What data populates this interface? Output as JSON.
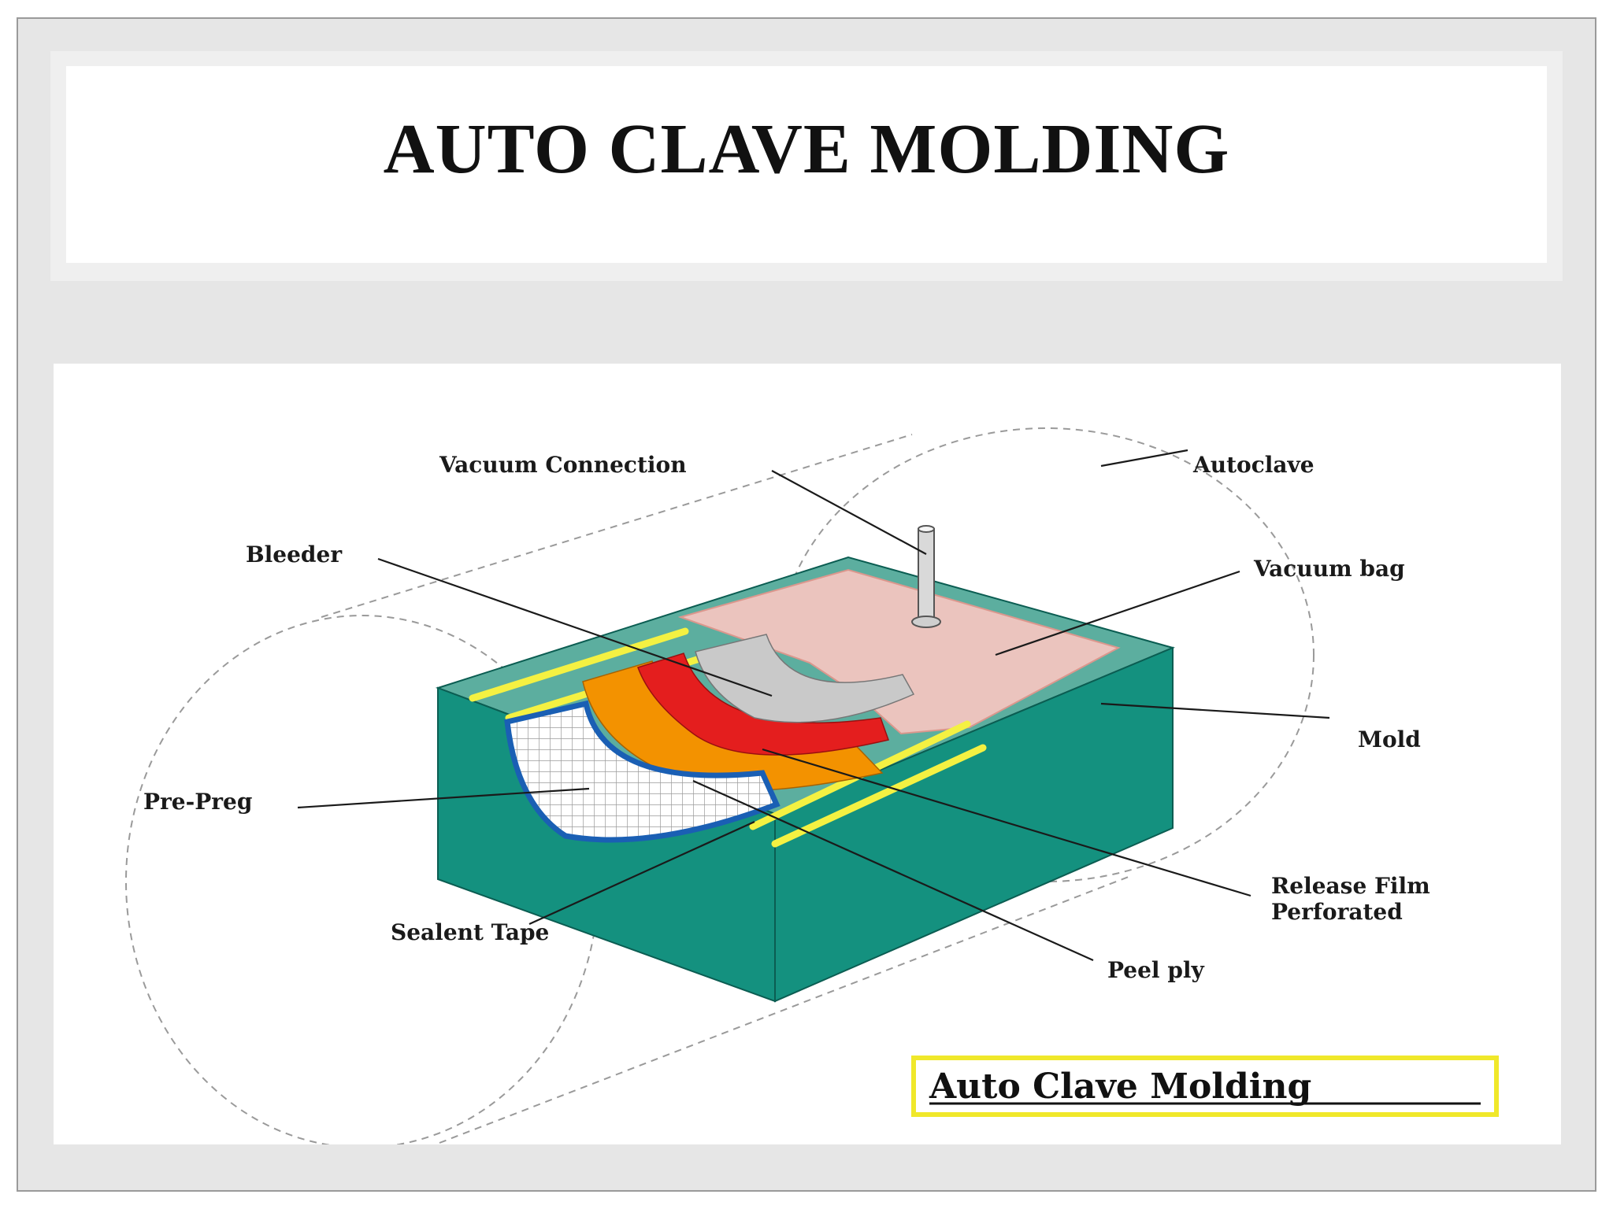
{
  "slide": {
    "title": "AUTO CLAVE MOLDING"
  },
  "diagram": {
    "labels": {
      "vacuum_connection": "Vacuum Connection",
      "autoclave": "Autoclave",
      "bleeder": "Bleeder",
      "vacuum_bag": "Vacuum bag",
      "mold": "Mold",
      "pre_preg": "Pre-Preg",
      "release_film_line1": "Release Film",
      "release_film_line2": "Perforated",
      "sealent_tape": "Sealent Tape",
      "peel_ply": "Peel ply"
    },
    "caption": "Auto Clave Molding",
    "colors": {
      "mold_green": "#14917f",
      "mold_top": "#5cae9f",
      "vacuum_bag_pink": "#f3c6c0",
      "bleeder_gray": "#c9c9c9",
      "release_film_red": "#e41e1e",
      "peel_ply_orange": "#f39200",
      "pre_preg_blue": "#1a5fb4",
      "sealant_yellow": "#f4f142",
      "caption_border": "#f0e82a"
    }
  }
}
